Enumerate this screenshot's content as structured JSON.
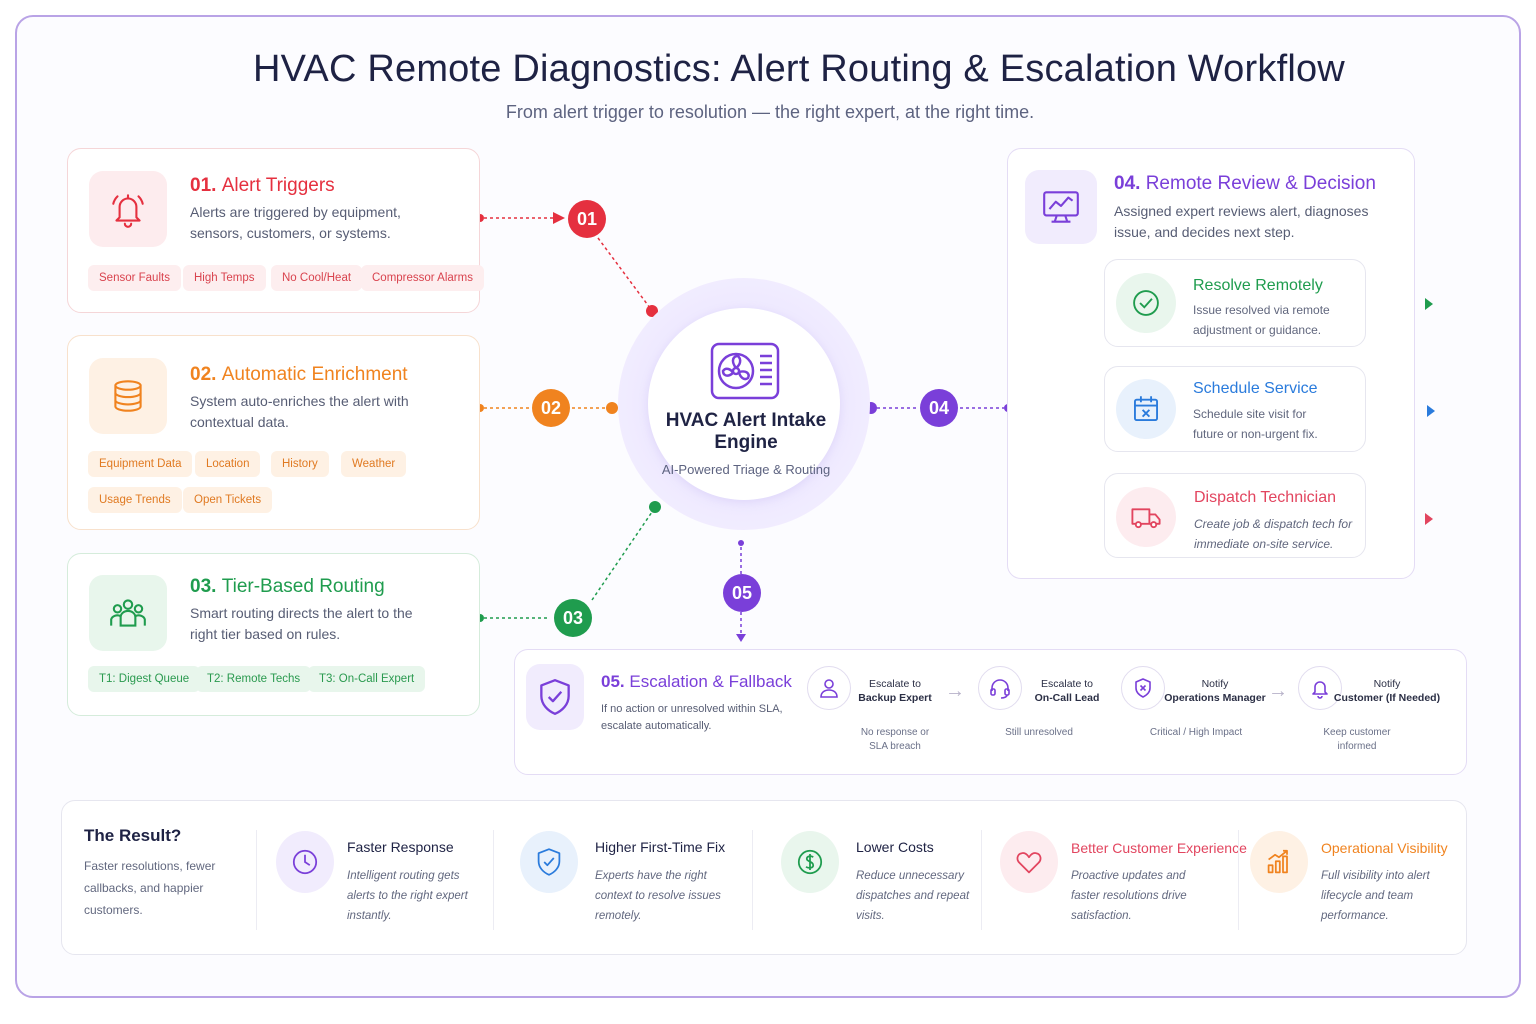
{
  "header": {
    "title": "HVAC Remote Diagnostics: Alert Routing & Escalation Workflow",
    "subtitle": "From alert trigger to resolution — the right expert, at the right time."
  },
  "stages": {
    "s1": {
      "num": "01.",
      "name": "Alert Triggers",
      "desc": "Alerts are triggered by equipment, sensors, customers, or systems.",
      "badge": "01",
      "chips": [
        "Sensor Faults",
        "High Temps",
        "No Cool/Heat",
        "Compressor Alarms"
      ]
    },
    "s2": {
      "num": "02.",
      "name": "Automatic Enrichment",
      "desc": "System auto-enriches the alert with contextual data.",
      "badge": "02",
      "chips": [
        "Equipment Data",
        "Location",
        "History",
        "Weather",
        "Usage Trends",
        "Open Tickets"
      ]
    },
    "s3": {
      "num": "03.",
      "name": "Tier-Based Routing",
      "desc": "Smart routing directs the alert to the right tier based on rules.",
      "badge": "03",
      "chips": [
        "T1: Digest Queue",
        "T2: Remote Techs",
        "T3: On-Call Expert"
      ]
    },
    "s4": {
      "num": "04.",
      "name": "Remote Review & Decision",
      "desc": "Assigned expert reviews alert, diagnoses issue, and decides next step.",
      "badge": "04",
      "options": [
        {
          "title": "Resolve Remotely",
          "desc": "Issue resolved via remote adjustment or guidance."
        },
        {
          "title": "Schedule Service",
          "desc": "Schedule site visit for future or non-urgent fix."
        },
        {
          "title": "Dispatch Technician",
          "desc": "Create job & dispatch tech for immediate on-site service."
        }
      ]
    },
    "s5": {
      "num": "05.",
      "name": "Escalation & Fallback",
      "desc": "If no action or unresolved within SLA, escalate automatically.",
      "badge": "05",
      "steps": [
        {
          "line1": "Escalate to",
          "line2": "Backup Expert",
          "note": "No response or SLA breach"
        },
        {
          "line1": "Escalate to",
          "line2": "On-Call Lead",
          "note": "Still unresolved"
        },
        {
          "line1": "Notify",
          "line2": "Operations Manager",
          "note": "Critical / High Impact"
        },
        {
          "line1": "Notify",
          "line2": "Customer (If Needed)",
          "note": "Keep customer informed"
        }
      ]
    }
  },
  "hub": {
    "title": "HVAC Alert Intake Engine",
    "subtitle": "AI-Powered Triage & Routing"
  },
  "results": {
    "heading": "The Result?",
    "summary": "Faster resolutions, fewer callbacks, and happier customers.",
    "items": [
      {
        "title": "Faster Response",
        "desc": "Intelligent routing gets alerts to the right expert instantly."
      },
      {
        "title": "Higher First-Time Fix",
        "desc": "Experts have the right context to resolve issues remotely."
      },
      {
        "title": "Lower Costs",
        "desc": "Reduce unnecessary dispatches and repeat visits."
      },
      {
        "title": "Better Customer Experience",
        "desc": "Proactive updates and faster resolutions drive satisfaction."
      },
      {
        "title": "Operational Visibility",
        "desc": "Full visibility into alert lifecycle and team performance."
      }
    ]
  },
  "colors": {
    "red": "#e5303f",
    "orange": "#f0831f",
    "green": "#1f9c4e",
    "purple": "#7a3fd9",
    "blue": "#2a7bdc",
    "pink": "#e2455f"
  }
}
